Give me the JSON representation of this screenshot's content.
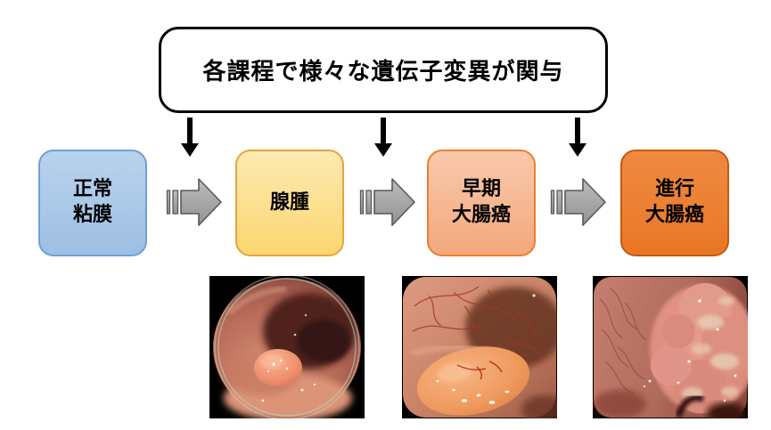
{
  "diagram": {
    "title": "各課程で様々な遺伝子変異が関与",
    "stages": [
      {
        "name": "normal-mucosa",
        "line1": "正常",
        "line2": "粘膜",
        "fill": "#a9c7e8",
        "border": "#6fa0d4"
      },
      {
        "name": "adenoma",
        "line1": "腺腫",
        "line2": "",
        "fill": "#fcdd85",
        "border": "#e8a33d"
      },
      {
        "name": "early-colorectal-cancer",
        "line1": "早期",
        "line2": "大腸癌",
        "fill": "#f5b593",
        "border": "#ed7d31"
      },
      {
        "name": "advanced-colorectal-cancer",
        "line1": "進行",
        "line2": "大腸癌",
        "fill": "#ed7d31",
        "border": "#c55a11"
      }
    ],
    "process_arrow_color": "#a6a6a6",
    "mutation_arrow_color": "#000000",
    "images": [
      {
        "name": "endoscopy-adenoma"
      },
      {
        "name": "endoscopy-early-colorectal-cancer"
      },
      {
        "name": "endoscopy-advanced-colorectal-cancer"
      }
    ]
  }
}
